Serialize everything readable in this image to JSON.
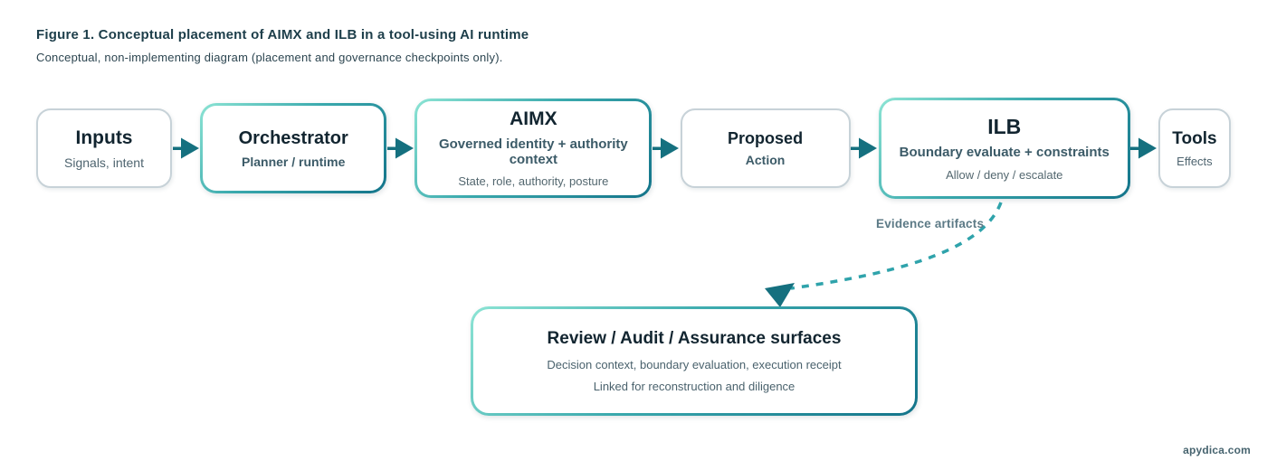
{
  "figure": {
    "title": "Figure 1. Conceptual placement of AIMX and ILB in a tool-using AI runtime",
    "subtitle": "Conceptual, non-implementing diagram (placement and governance checkpoints only)."
  },
  "flow": {
    "nodes": [
      {
        "id": "inputs",
        "title": "Inputs",
        "subtitle": "Signals, intent",
        "style": "plain"
      },
      {
        "id": "orchestrator",
        "title": "Orchestrator",
        "subtitle": "Planner / runtime",
        "style": "teal"
      },
      {
        "id": "aimx",
        "title": "AIMX",
        "subtitle": "Governed identity + authority context",
        "detail": "State, role, authority, posture",
        "style": "teal"
      },
      {
        "id": "proposed",
        "title": "Proposed",
        "subtitle": "Action",
        "style": "plain"
      },
      {
        "id": "ilb",
        "title": "ILB",
        "subtitle": "Boundary evaluate + constraints",
        "detail": "Allow / deny / escalate",
        "style": "teal"
      },
      {
        "id": "tools",
        "title": "Tools",
        "subtitle": "Effects",
        "style": "plain"
      }
    ]
  },
  "evidence": {
    "label": "Evidence artifacts"
  },
  "review": {
    "title": "Review / Audit / Assurance surfaces",
    "line1": "Decision context, boundary evaluation, execution receipt",
    "line2": "Linked for reconstruction and diligence"
  },
  "watermark": "apydica.com",
  "colors": {
    "teal_dark": "#13748a",
    "teal_light": "#8ce4d4",
    "arrow": "#15707f",
    "dashed_connector": "#2fa3ab",
    "gray_border": "#c7d2d8",
    "title_text": "#1d3e4a",
    "node_title_text": "#122530"
  }
}
